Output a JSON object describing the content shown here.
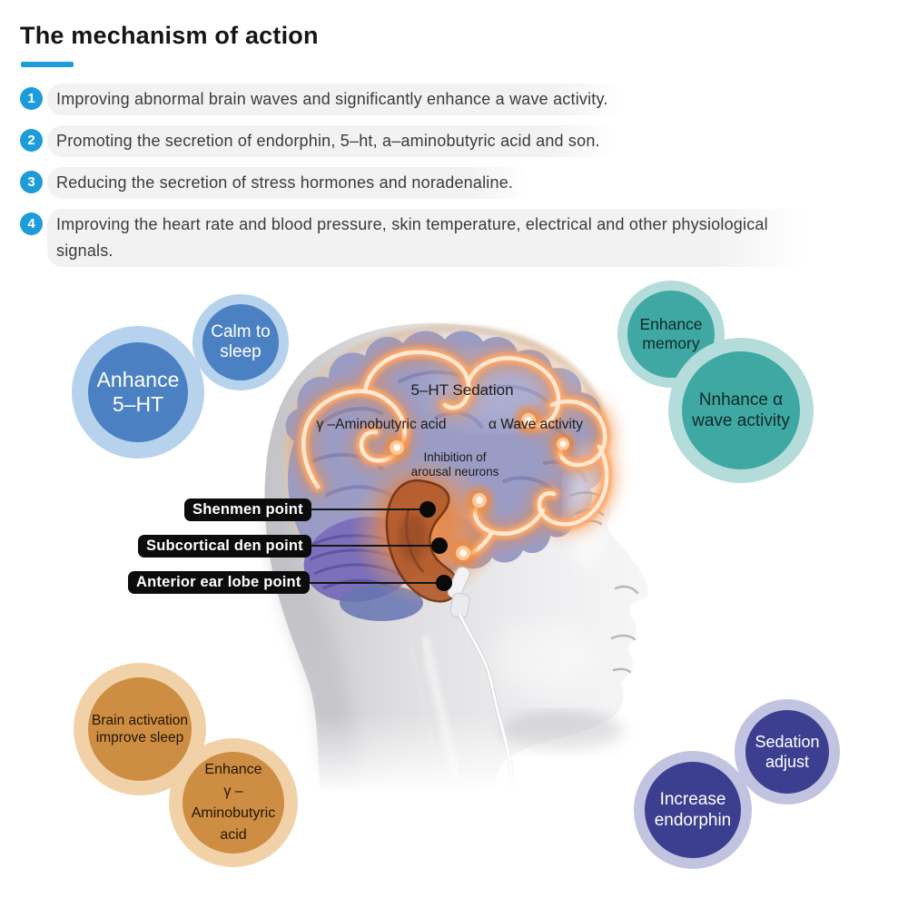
{
  "header": {
    "title": "The mechanism of action"
  },
  "mechanism_points": [
    {
      "number": "1",
      "text": "Improving abnormal brain waves and significantly enhance a wave activity."
    },
    {
      "number": "2",
      "text": "Promoting the secretion of endorphin, 5–ht, a–aminobutyric acid and son."
    },
    {
      "number": "3",
      "text": "Reducing the secretion of stress hormones and noradenaline."
    },
    {
      "number": "4",
      "text": "Improving the heart rate and blood pressure, skin temperature, electrical and other physiological signals."
    }
  ],
  "benefit_bubbles": {
    "calm_to_sleep": {
      "line1": "Calm to",
      "line2": "sleep"
    },
    "enhance_5ht": {
      "line1": "Anhance",
      "line2": "5–HT"
    },
    "enhance_memory": {
      "line1": "Enhance",
      "line2": "memory"
    },
    "enhance_alpha_wave": {
      "line1": "Nnhance α",
      "line2": "wave activity"
    },
    "brain_activation": {
      "line1": "Brain activation",
      "line2": "improve sleep"
    },
    "enhance_gaba": {
      "line1": "Enhance",
      "line2": "γ –Aminobutyric",
      "line3": "acid"
    },
    "sedation_adjust": {
      "line1": "Sedation",
      "line2": "adjust"
    },
    "increase_endorphin": {
      "line1": "Increase",
      "line2": "endorphin"
    }
  },
  "brain_labels": {
    "sedation": "5–HT Sedation",
    "gaba": "γ –Aminobutyric acid",
    "alpha_wave": "α Wave activity",
    "inhibition_line1": "Inhibition of",
    "inhibition_line2": "arousal neurons"
  },
  "acupoint_labels": [
    {
      "text": "Shenmen point"
    },
    {
      "text": "Subcortical den point"
    },
    {
      "text": "Anterior ear lobe point"
    }
  ],
  "colors": {
    "accent_blue": "#1d9cd9",
    "bubble_blue": "#4b81c3",
    "bubble_blue_ring": "#b7d2ec",
    "bubble_teal": "#3fa8a2",
    "bubble_teal_ring": "#b3dcda",
    "bubble_orange": "#cd8d42",
    "bubble_orange_ring": "#f1d2a8",
    "bubble_purple": "#3c3f90",
    "bubble_purple_ring": "#c2c3e0",
    "label_box_black": "#0c0c0c",
    "glow_orange": "#ffa868",
    "brain_purple": "#9a9cc6",
    "list_pill_gray": "#f2f2f2"
  }
}
